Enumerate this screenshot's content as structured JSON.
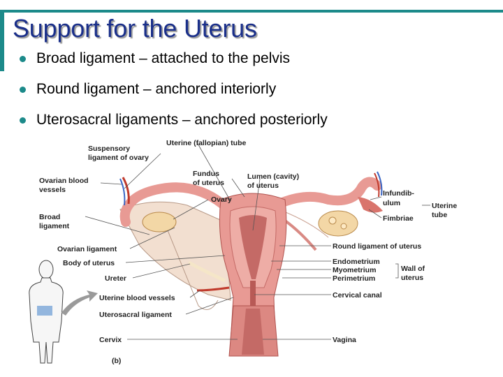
{
  "slide": {
    "title": "Support for the Uterus",
    "bullets": [
      "Broad ligament – attached to the pelvis",
      "Round ligament – anchored interiorly",
      "Uterosacral ligaments – anchored posteriorly"
    ]
  },
  "figure": {
    "panel_label": "(b)",
    "labels": {
      "suspensory_1": "Suspensory",
      "suspensory_2": "ligament of ovary",
      "uterine_tube_top": "Uterine (fallopian) tube",
      "ovarian_vessels_1": "Ovarian blood",
      "ovarian_vessels_2": "vessels",
      "fundus_1": "Fundus",
      "fundus_2": "of uterus",
      "lumen_1": "Lumen (cavity)",
      "lumen_2": "of uterus",
      "ovary": "Ovary",
      "infundib_1": "Infundib-",
      "infundib_2": "ulum",
      "uterine_tube_right_1": "Uterine",
      "uterine_tube_right_2": "tube",
      "broad_1": "Broad",
      "broad_2": "ligament",
      "fimbriae": "Fimbriae",
      "ovarian_ligament": "Ovarian ligament",
      "round_ligament": "Round ligament of uterus",
      "body_of_uterus": "Body of uterus",
      "endometrium": "Endometrium",
      "myometrium": "Myometrium",
      "perimetrium": "Perimetrium",
      "wall_1": "Wall of",
      "wall_2": "uterus",
      "ureter": "Ureter",
      "uterine_vessels": "Uterine blood vessels",
      "cervical_canal": "Cervical canal",
      "uterosacral": "Uterosacral ligament",
      "cervix": "Cervix",
      "vagina": "Vagina"
    }
  },
  "colors": {
    "accent": "#1c8a8a",
    "title": "#1a2f8a",
    "uterus_pink": "#e89a94",
    "tissue_dark": "#c46a66",
    "ovary": "#f3d7a6",
    "broad_ligament": "#f2dfd0"
  }
}
